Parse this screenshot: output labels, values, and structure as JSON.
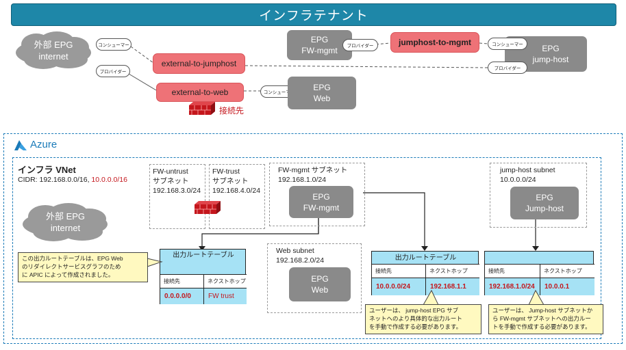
{
  "banner": {
    "title": "インフラテナント"
  },
  "top": {
    "cloud": {
      "line1": "外部 EPG",
      "line2": "internet"
    },
    "consumer_pill": "コンシューマー",
    "provider_pill": "プロバイダー",
    "contract_jumphost": "external-to-jumphost",
    "contract_web": "external-to-web",
    "contract_mgmt": "jumphost-to-mgmt",
    "epg_fw_mgmt": {
      "line1": "EPG",
      "line2": "FW-mgmt"
    },
    "epg_web": {
      "line1": "EPG",
      "line2": "Web"
    },
    "epg_jump": {
      "line1": "EPG",
      "line2": "jump-host"
    },
    "pill_fw_provider": "プロバイダー",
    "pill_jump_consumer": "コンシューマー",
    "pill_jump_provider": "プロバイダー",
    "pill_web_consumer": "コンシューマー",
    "firewall_label": "接続先"
  },
  "azure": {
    "title": "Azure",
    "vnet_title": "インフラ VNet",
    "cidr_prefix": "CIDR: 192.168.0.0/16, ",
    "cidr_red": "10.0.0.0/16",
    "cloud": {
      "line1": "外部 EPG",
      "line2": "internet"
    },
    "fw_untrust": {
      "line1": "FW-untrust",
      "line2": "サブネット",
      "line3": "192.168.3.0/24"
    },
    "fw_trust": {
      "line1": "FW-trust",
      "line2": "サブネット",
      "line3": "192.168.4.0/24"
    },
    "fw_mgmt_subnet": {
      "line1": "FW-mgmt サブネット",
      "line2": "192.168.1.0/24"
    },
    "epg_fw_mgmt": {
      "line1": "EPG",
      "line2": "FW-mgmt"
    },
    "web_subnet": {
      "line1": "Web subnet",
      "line2": "192.168.2.0/24"
    },
    "epg_web": {
      "line1": "EPG",
      "line2": "Web"
    },
    "jump_subnet": {
      "line1": "jump-host subnet",
      "line2": "10.0.0.0/24"
    },
    "epg_jump": {
      "line1": "EPG",
      "line2": "Jump-host"
    },
    "rt1": {
      "title": "出力ルートテーブル",
      "h_dest": "接続先",
      "h_next": "ネクストホップ",
      "dest": "0.0.0.0/0",
      "next": "FW trust"
    },
    "rt2": {
      "title": "出力ルートテーブル",
      "h_dest": "接続先",
      "h_next": "ネクストホップ",
      "dest": "10.0.0.0/24",
      "next": "192.168.1.1"
    },
    "rt3": {
      "title": "",
      "h_dest": "接続先",
      "h_next": "ネクストホップ",
      "dest": "192.168.1.0/24",
      "next": "10.0.0.1"
    },
    "note1": {
      "line1": "この出力ルートテーブルは、EPG Web",
      "line2": "のリダイレクトサービスグラフのため",
      "line3": "に APIC によって作成されました。"
    },
    "note2": {
      "line1": "ユーザーは、 jump-host EPG サブ",
      "line2": "ネットへのより具体的な出力ルート",
      "line3": "を手動で作成する必要があります。"
    },
    "note3": {
      "line1": "ユーザーは、 Jump-host サブネットか",
      "line2": "ら FW-mgmt サブネットへの出力ルー",
      "line3": "トを手動で作成する必要があります。"
    }
  },
  "colors": {
    "banner": "#1e87a8",
    "contract": "#ee7277",
    "epg": "#8a8a8a",
    "route_table": "#a6e2f5",
    "note": "#fff9c0",
    "azure_border": "#1a7ab8",
    "firewall": "#c4161c"
  }
}
